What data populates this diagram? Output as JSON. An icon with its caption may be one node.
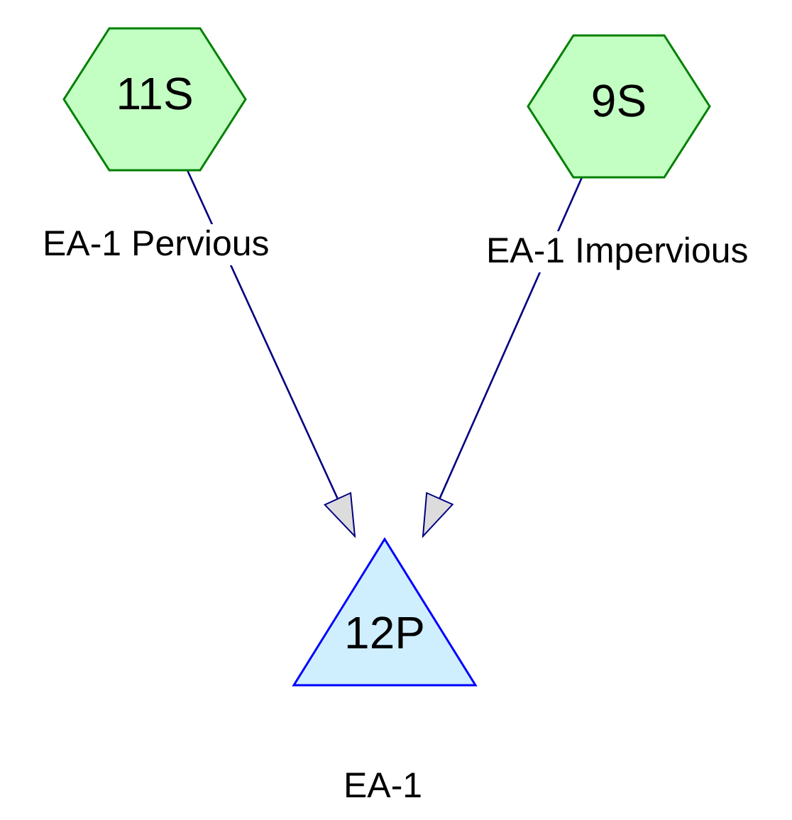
{
  "diagram": {
    "nodes": [
      {
        "text": [
          "11S"
        ],
        "beside": [
          "EA-1 Pervious"
        ]
      },
      {
        "text": [
          "9S"
        ],
        "beside": [
          "EA-1 Impervious"
        ]
      },
      {
        "text": [
          "12P"
        ],
        "beside": [
          "EA-1"
        ]
      }
    ],
    "edges": [
      {
        "from": 0,
        "to": 2,
        "arrow": "to"
      },
      {
        "from": 1,
        "to": 2,
        "arrow": "to"
      }
    ]
  }
}
